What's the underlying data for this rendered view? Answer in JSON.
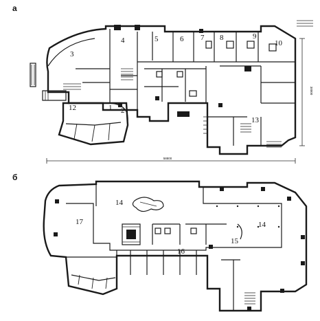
{
  "section_labels": {
    "plan_a": "а",
    "plan_b": "б"
  },
  "dimensions": {
    "overall_width": "58800",
    "overall_depth": "30000"
  },
  "plan_a_rooms": [
    "1",
    "2",
    "3",
    "4",
    "5",
    "6",
    "7",
    "8",
    "9",
    "10",
    "12",
    "13"
  ],
  "plan_b_rooms": [
    "14",
    "14",
    "15",
    "16",
    "17"
  ]
}
